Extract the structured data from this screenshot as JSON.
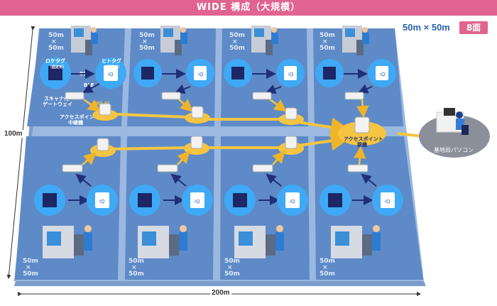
{
  "banner": {
    "title": "WIDE 構成（大規模）"
  },
  "legend": {
    "size": "50m × 50m",
    "count": "8面"
  },
  "dimensions": {
    "height": "100m",
    "width": "200m"
  },
  "cell_label": {
    "top": "50m",
    "x": "×",
    "bottom": "50m"
  },
  "devices": {
    "tag_fixed": "ロケタグ",
    "tag_fixed_sub": "（固定用）",
    "tag_person": "ヒトタグ",
    "tag_person_sub": "（携帯用）",
    "ble": "BLE",
    "gateway_line1": "スキャナ付",
    "gateway_line2": "ゲートウェイ",
    "wifi": "Wi-Fi",
    "relay_line1": "アクセスポイント",
    "relay_line2": "中継機",
    "parent_line1": "アクセスポイント",
    "parent_line2": "親機",
    "pc": "基地局パソコン",
    "tag_brand": "iQ"
  },
  "colors": {
    "floor": "#5e8ac7",
    "accent": "#e0648f",
    "highlight": "#f5c542",
    "arrow": "#1f2f78"
  }
}
